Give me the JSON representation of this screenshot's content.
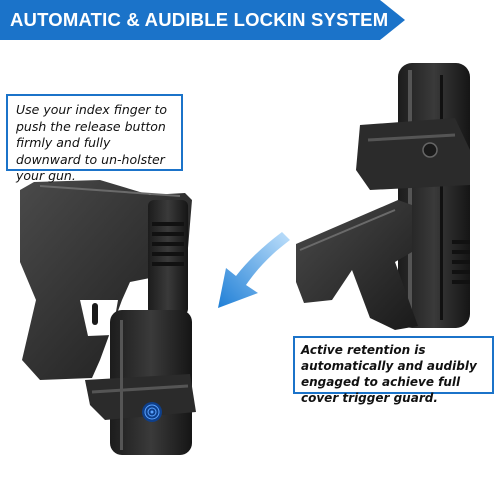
{
  "banner": {
    "title": "AUTOMATIC & AUDIBLE LOCKIN SYSTEM",
    "color": "#1b73c9"
  },
  "callouts": {
    "left_text": "Use your index finger to push the release button firmly and fully downward to un-holster your gun.",
    "right_text": "Active retention is automatically and audibly engaged to achieve full cover trigger guard.",
    "border_color": "#1b73c9"
  },
  "graphics": {
    "arrow": "arrow-down-left-icon",
    "fingerprint": "fingerprint-icon",
    "holster_color": "#2a2a2a",
    "arrow_color": "#2f8fe0"
  }
}
